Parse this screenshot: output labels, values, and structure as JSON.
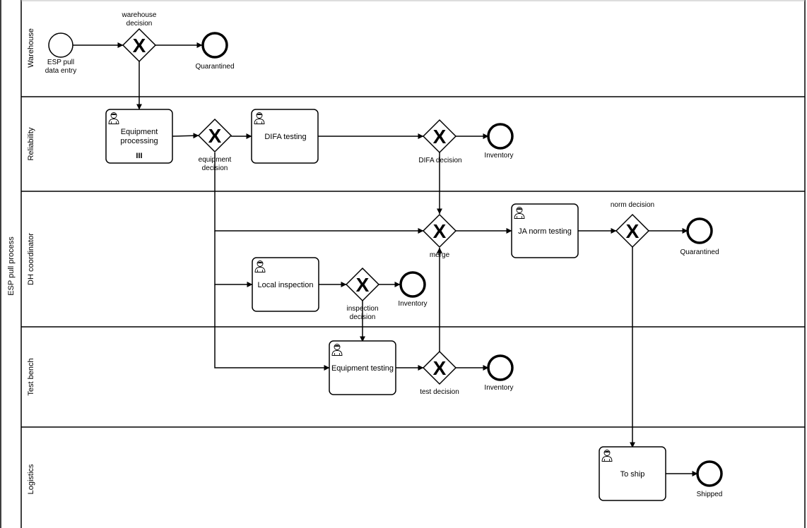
{
  "pool": {
    "label": "ESP pull process"
  },
  "lanes": {
    "warehouse": "Warehouse",
    "reliability": "Reliability",
    "dh": "DH coordinator",
    "testbench": "Test bench",
    "logistics": "Logistics"
  },
  "events": {
    "start": "ESP pull data entry",
    "quarantined_1": "Quarantined",
    "inventory_1": "Inventory",
    "quarantined_2": "Quarantined",
    "inventory_2": "Inventory",
    "inventory_3": "Inventory",
    "shipped": "Shipped"
  },
  "gateways": {
    "warehouse": "warehouse decision",
    "equipment": "equipment decision",
    "difa": "DIFA decision",
    "merge": "merge",
    "norm": "norm decision",
    "inspection": "inspection decision",
    "test": "test decision",
    "marker": "X"
  },
  "tasks": {
    "equipment_processing": "Equipment processing",
    "equipment_processing_marker": "III",
    "difa_testing": "DIFA testing",
    "ja_norm_testing": "JA norm testing",
    "local_inspection": "Local inspection",
    "equipment_testing": "Equipment testing",
    "to_ship": "To ship"
  },
  "icons": {
    "task_type": "user-icon"
  }
}
